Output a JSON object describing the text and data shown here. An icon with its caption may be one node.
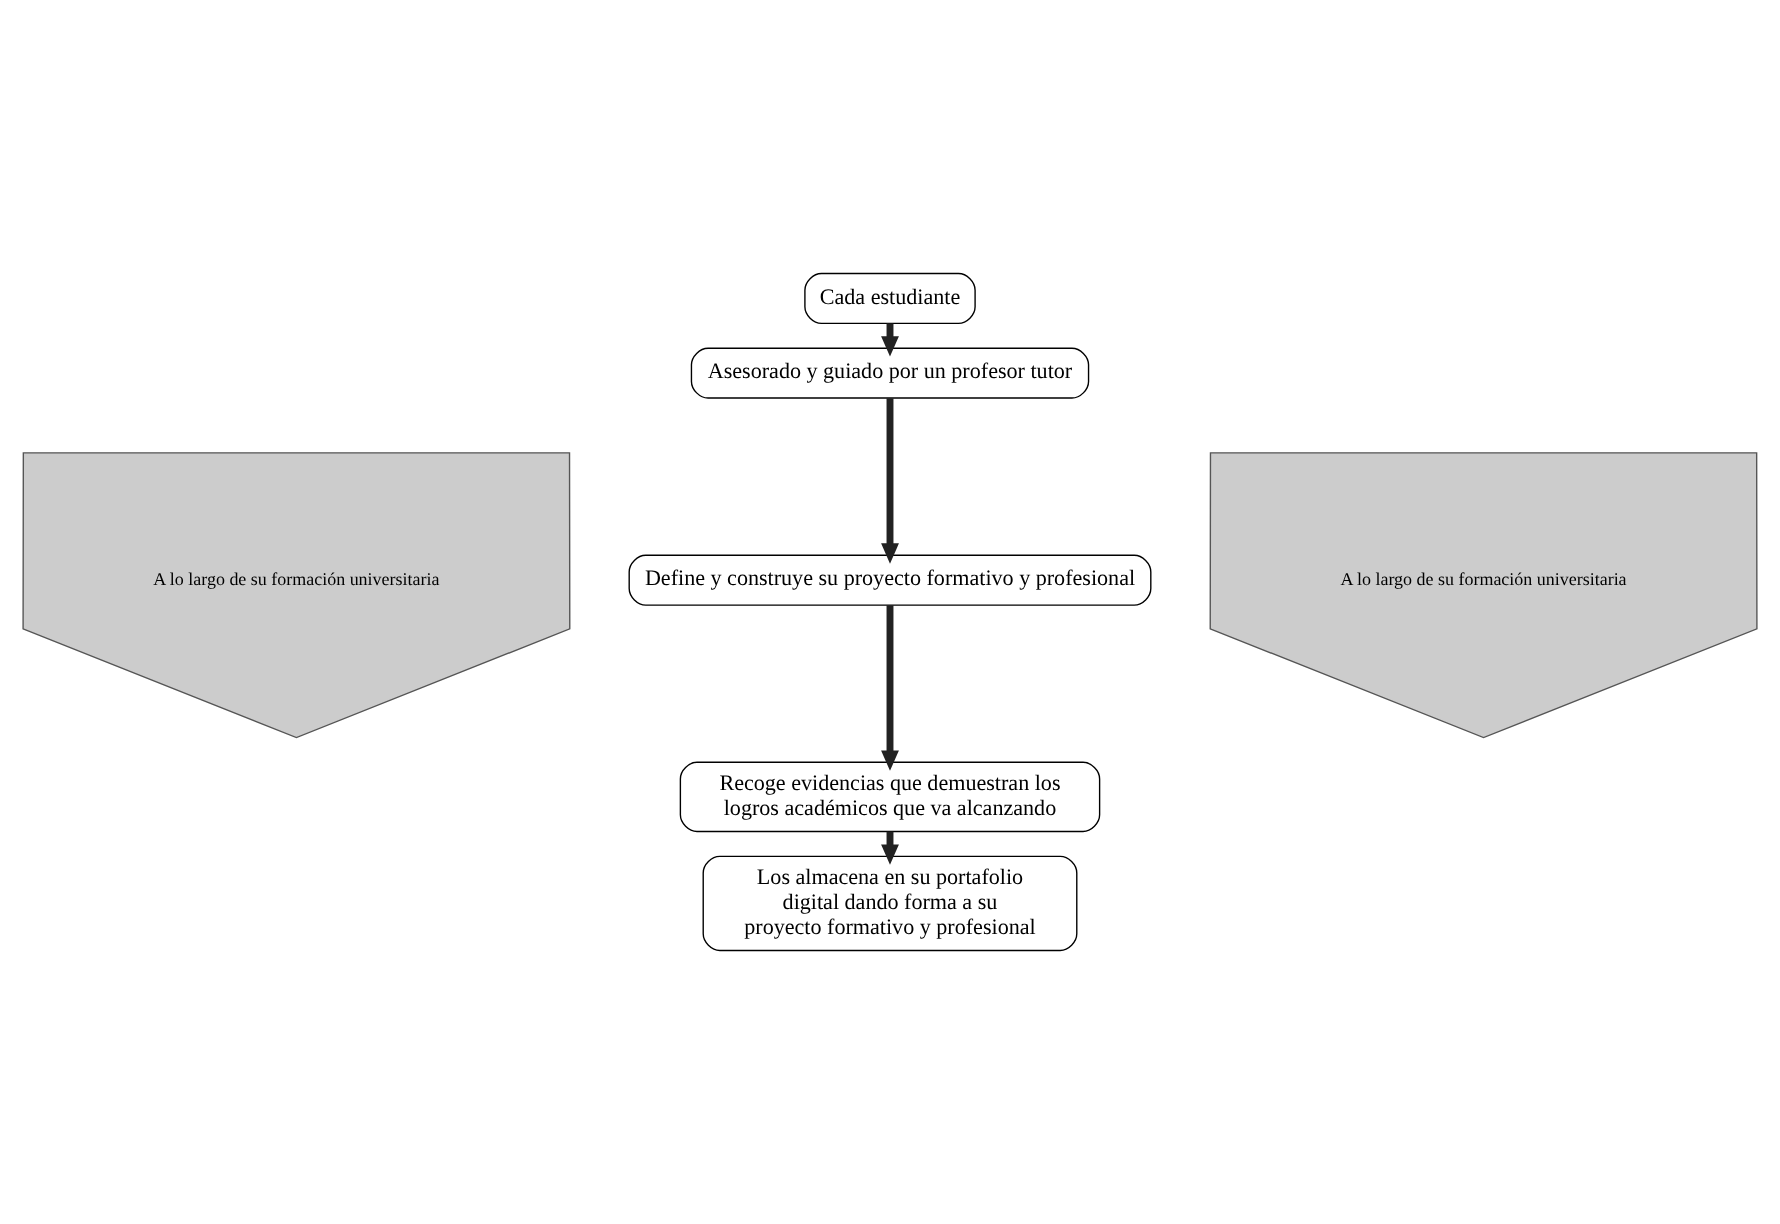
{
  "diagram": {
    "nodes": [
      {
        "text": [
          "A lo largo de su formación universitaria"
        ]
      },
      {
        "text": [
          "Cada estudiante"
        ]
      },
      {
        "text": [
          "Asesorado y guiado por un profesor tutor"
        ]
      },
      {
        "text": [
          "Define y construye su proyecto formativo y profesional"
        ]
      },
      {
        "text": [
          "Recoge evidencias que demuestran los logros académicos que va alcanzando"
        ]
      },
      {
        "text": [
          "Los almacena en su portafolio digital dando forma a su proyecto formativo y profesional"
        ]
      },
      {
        "text": [
          "A lo largo de su formación universitaria"
        ]
      }
    ],
    "edges": [
      {
        "from": 1,
        "to": 2,
        "arrow": "to"
      },
      {
        "from": 2,
        "to": 3,
        "arrow": "to"
      },
      {
        "from": 3,
        "to": 4,
        "arrow": "to"
      },
      {
        "from": 4,
        "to": 5,
        "arrow": "to"
      }
    ]
  }
}
